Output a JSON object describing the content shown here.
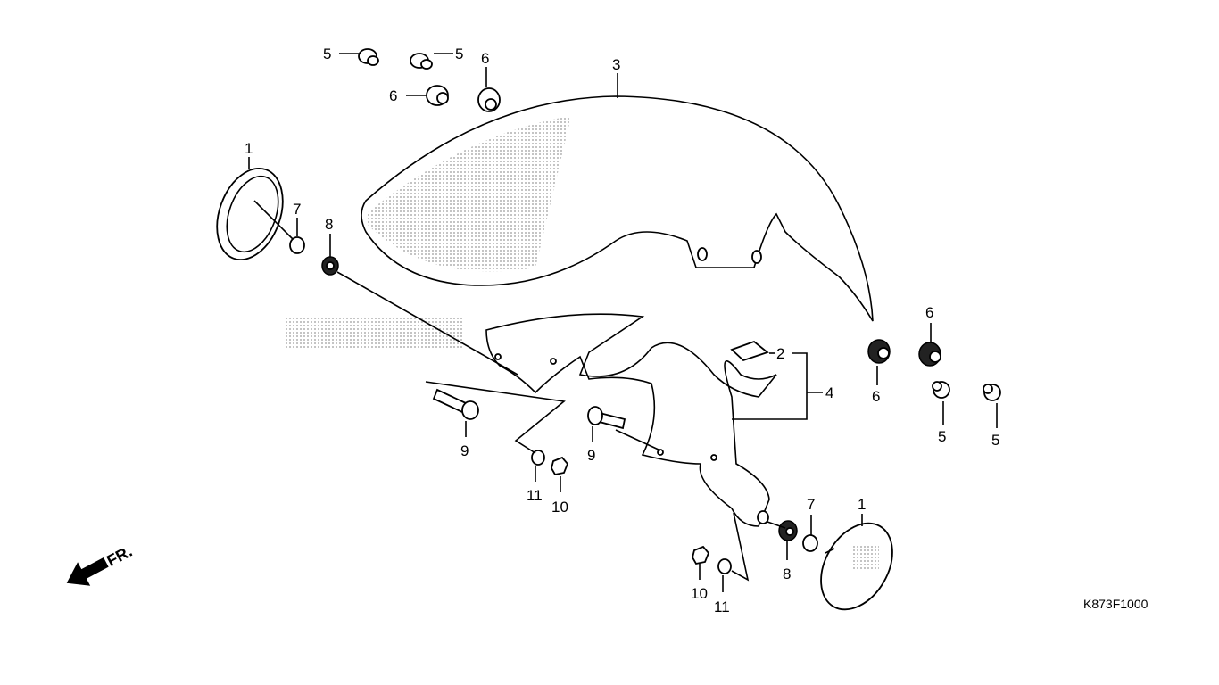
{
  "diagram": {
    "part_code": "K873F1000",
    "direction_label": "FR.",
    "callouts": [
      "5",
      "5",
      "6",
      "6",
      "3",
      "1",
      "7",
      "8",
      "2",
      "4",
      "6",
      "6",
      "5",
      "5",
      "9",
      "9",
      "11",
      "10",
      "1",
      "7",
      "8",
      "10",
      "11"
    ],
    "colors": {
      "line": "#000000",
      "background": "#ffffff",
      "dots": "#999999"
    }
  }
}
